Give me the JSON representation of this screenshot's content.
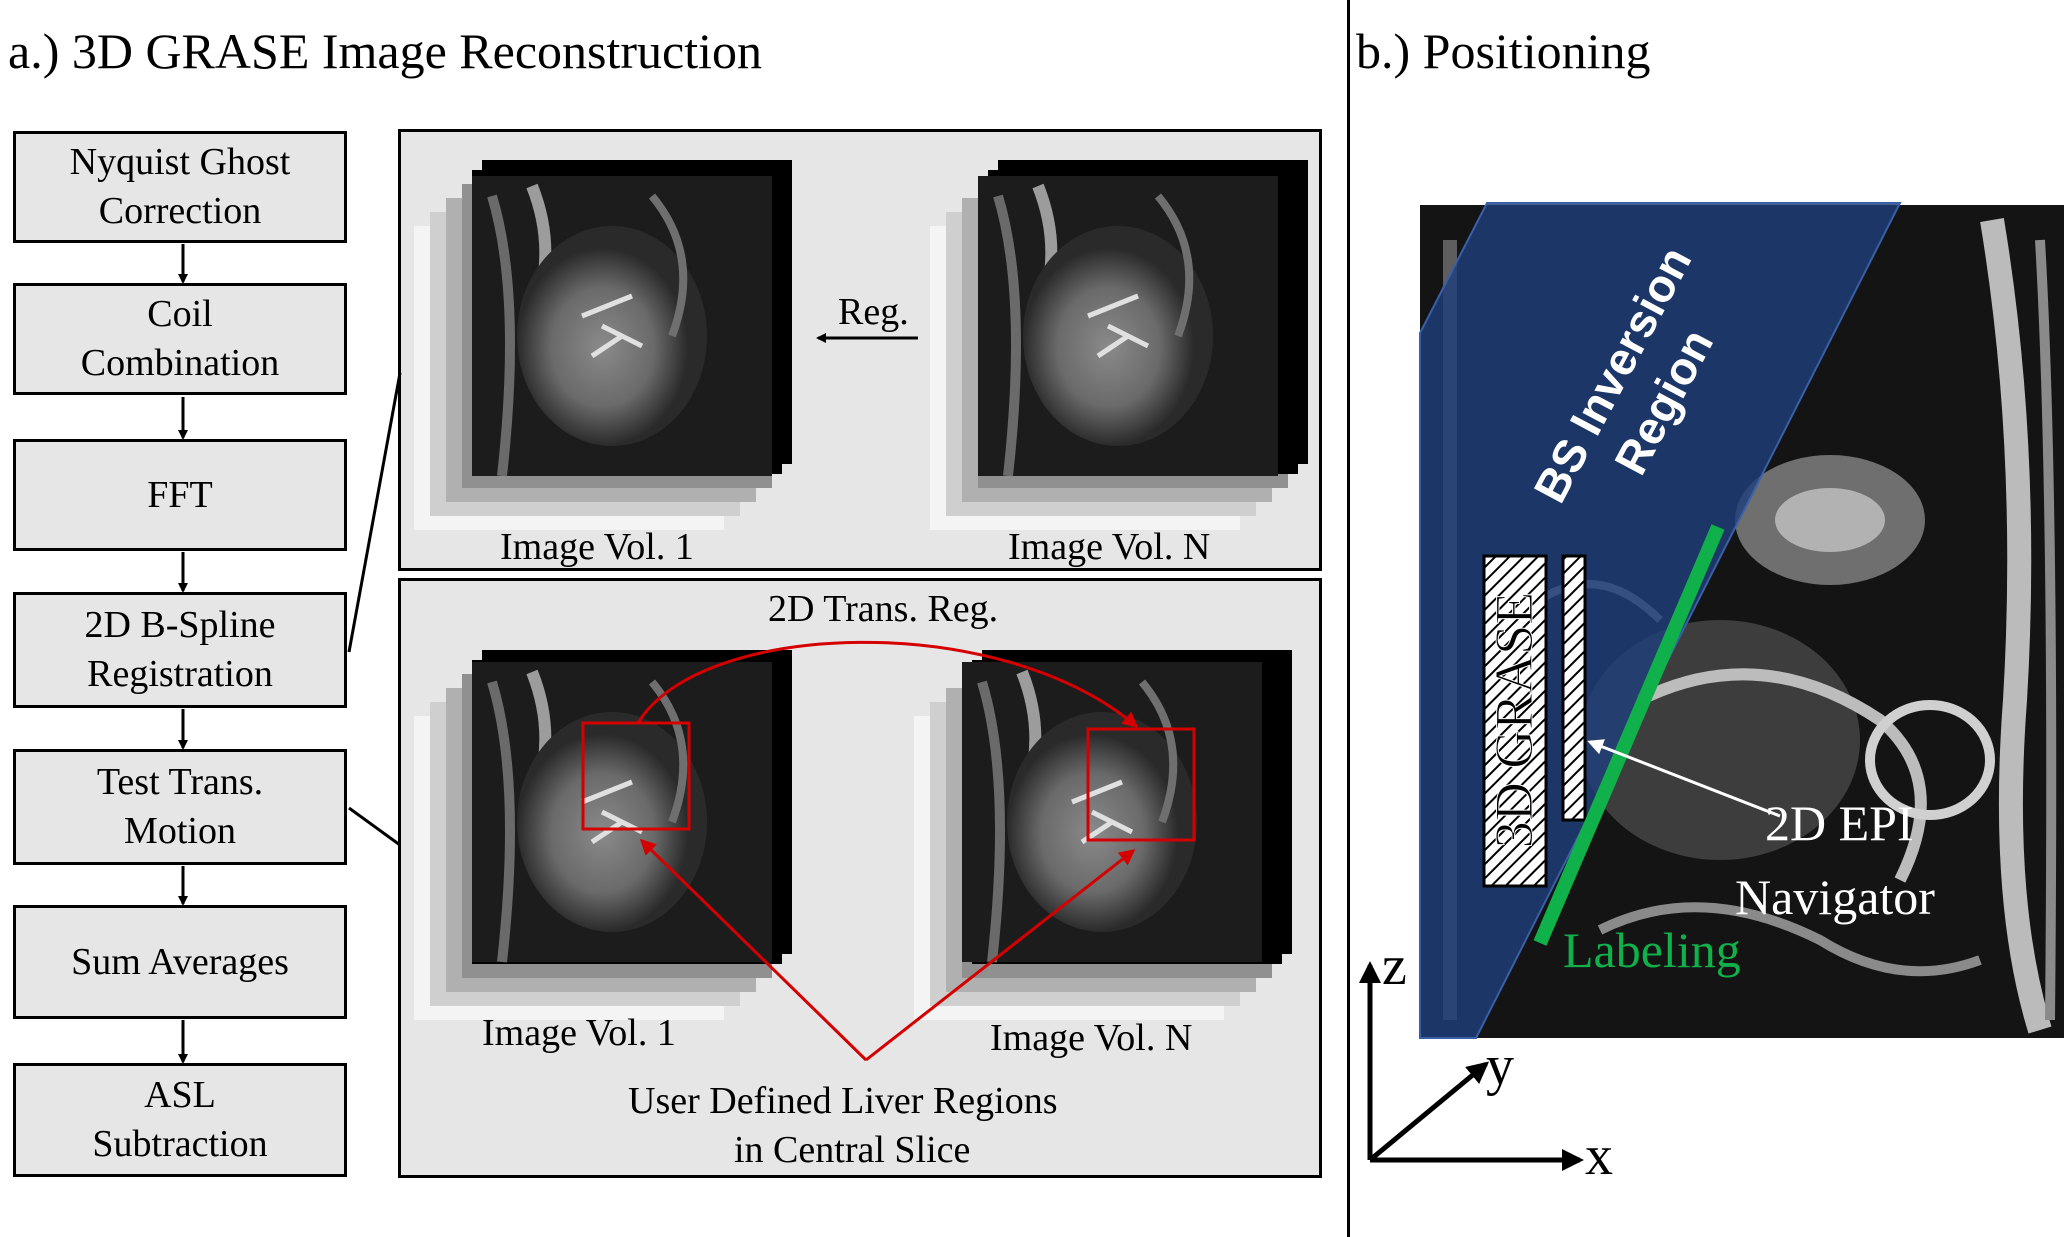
{
  "panel_a": {
    "title": "a.) 3D GRASE Image Reconstruction",
    "steps": [
      {
        "line1": "Nyquist Ghost",
        "line2": "Correction"
      },
      {
        "line1": "Coil",
        "line2": "Combination"
      },
      {
        "line1": "FFT",
        "line2": ""
      },
      {
        "line1": "2D B-Spline",
        "line2": "Registration"
      },
      {
        "line1": "Test Trans.",
        "line2": "Motion"
      },
      {
        "line1": "Sum Averages",
        "line2": ""
      },
      {
        "line1": "ASL",
        "line2": "Subtraction"
      }
    ],
    "top_panel": {
      "left_label": "Image Vol. 1",
      "right_label": "Image Vol. N",
      "arrow_label": "Reg."
    },
    "bottom_panel": {
      "title": "2D Trans. Reg.",
      "left_label": "Image Vol. 1",
      "right_label": "Image Vol. N",
      "caption_line1": "User Defined Liver Regions",
      "caption_line2": "in Central Slice"
    }
  },
  "panel_b": {
    "title": "b.) Positioning",
    "bs_line1": "BS Inversion",
    "bs_line2": "Region",
    "grase_label": "3D GRASE",
    "nav_line1": "2D EPI",
    "nav_line2": "Navigator",
    "labeling": "Labeling",
    "axis_z": "z",
    "axis_y": "y",
    "axis_x": "x",
    "colors": {
      "bs_region": "#1e3f7a",
      "labeling": "#10b04a",
      "roi": "#d40000"
    }
  }
}
